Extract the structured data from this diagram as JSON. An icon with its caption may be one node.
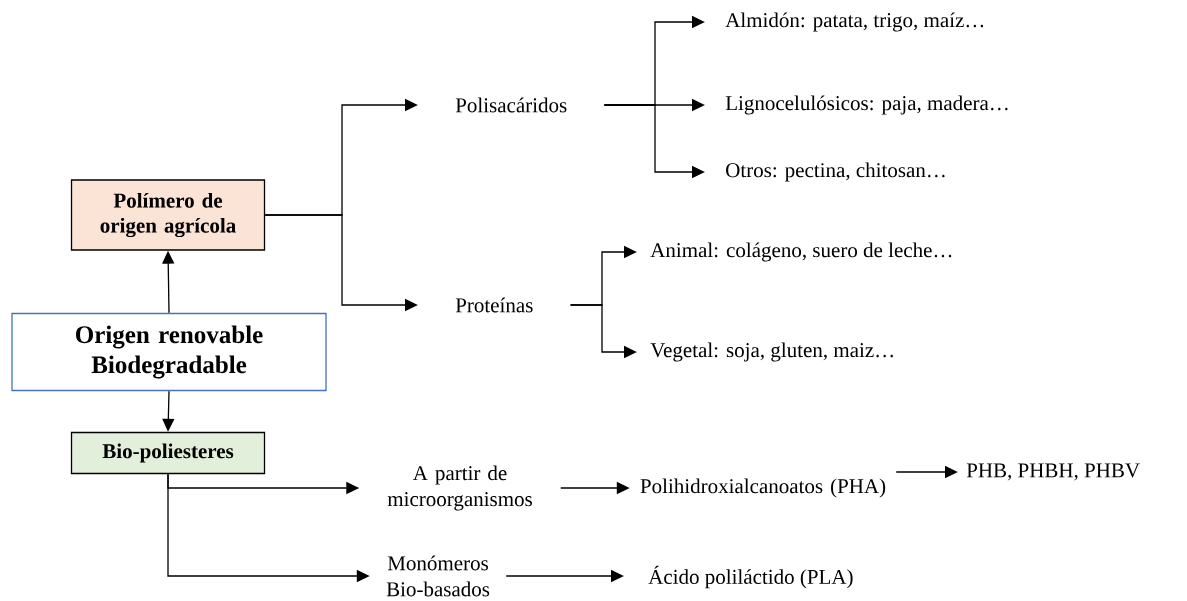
{
  "diagram": {
    "nodes": [
      {
        "text": [
          "Polímero de origen agrícola"
        ]
      },
      {
        "text": [
          "Origen renovable Biodegradable"
        ]
      },
      {
        "text": [
          "Bio-poliesteres"
        ]
      },
      {
        "text": [
          "Polisacáridos"
        ]
      },
      {
        "text": [
          "Proteínas"
        ]
      },
      {
        "text": [
          "Almidón: patata, trigo, maíz…"
        ]
      },
      {
        "text": [
          "Lignocelulósicos: paja, madera…"
        ]
      },
      {
        "text": [
          "Otros: pectina, chitosan…"
        ]
      },
      {
        "text": [
          "Animal: colágeno, suero de leche…"
        ]
      },
      {
        "text": [
          "Vegetal: soja, gluten, maiz…"
        ]
      },
      {
        "text": [
          "A partir de microorganismos"
        ]
      },
      {
        "text": [
          "Polihidroxialcanoatos (PHA)"
        ]
      },
      {
        "text": [
          "PHB, PHBH, PHBV"
        ]
      },
      {
        "text": [
          "Monómeros Bio-basados"
        ]
      },
      {
        "text": [
          "Ácido poliláctido (PLA)"
        ]
      }
    ],
    "edges": [
      {
        "from": 1,
        "to": 0,
        "arrow": "to"
      },
      {
        "from": 1,
        "to": 2,
        "arrow": "to"
      },
      {
        "from": 0,
        "to": 3,
        "arrow": "to"
      },
      {
        "from": 0,
        "to": 4,
        "arrow": "to"
      },
      {
        "from": 3,
        "to": 5,
        "arrow": "to"
      },
      {
        "from": 3,
        "to": 6,
        "arrow": "to"
      },
      {
        "from": 3,
        "to": 7,
        "arrow": "to"
      },
      {
        "from": 4,
        "to": 8,
        "arrow": "to"
      },
      {
        "from": 4,
        "to": 9,
        "arrow": "to"
      },
      {
        "from": 2,
        "to": 10,
        "arrow": "to"
      },
      {
        "from": 2,
        "to": 13,
        "arrow": "to"
      },
      {
        "from": 10,
        "to": 11,
        "arrow": "to"
      },
      {
        "from": 11,
        "to": 12,
        "arrow": "to"
      },
      {
        "from": 13,
        "to": 14,
        "arrow": "to"
      }
    ]
  }
}
